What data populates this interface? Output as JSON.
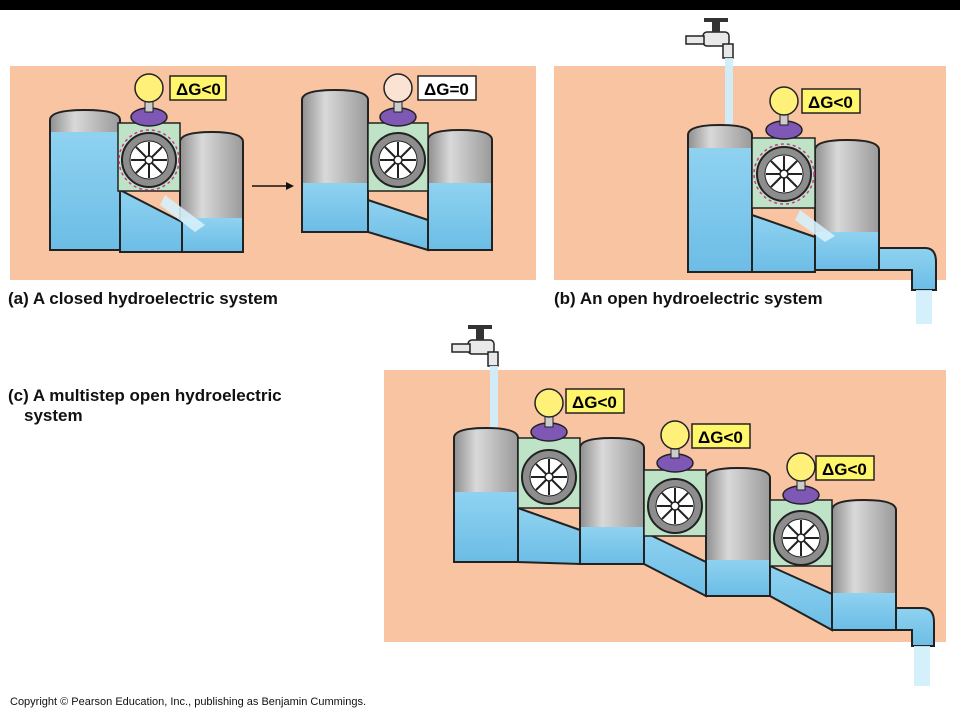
{
  "panels": {
    "a": {
      "caption_letter": "(a)",
      "caption": "A closed hydroelectric system",
      "labels": [
        "ΔG<0",
        "ΔG=0"
      ]
    },
    "b": {
      "caption_letter": "(b)",
      "caption": "An open hydroelectric system",
      "labels": [
        "ΔG<0"
      ]
    },
    "c": {
      "caption_letter": "(c)",
      "caption_line1": "A multistep open hydroelectric",
      "caption_line2": "system",
      "labels": [
        "ΔG<0",
        "ΔG<0",
        "ΔG<0"
      ]
    }
  },
  "copyright": "Copyright © Pearson Education, Inc., publishing as Benjamin Cummings.",
  "colors": {
    "background_panel": "#f8c4a2",
    "water": "#79c6ea",
    "tank": "#b8b8b8",
    "turbine_box": "#bfe3c7",
    "bulb_on": "#fff07a",
    "bulb_off": "#fbe3d3",
    "label_box": "#fff66b"
  }
}
